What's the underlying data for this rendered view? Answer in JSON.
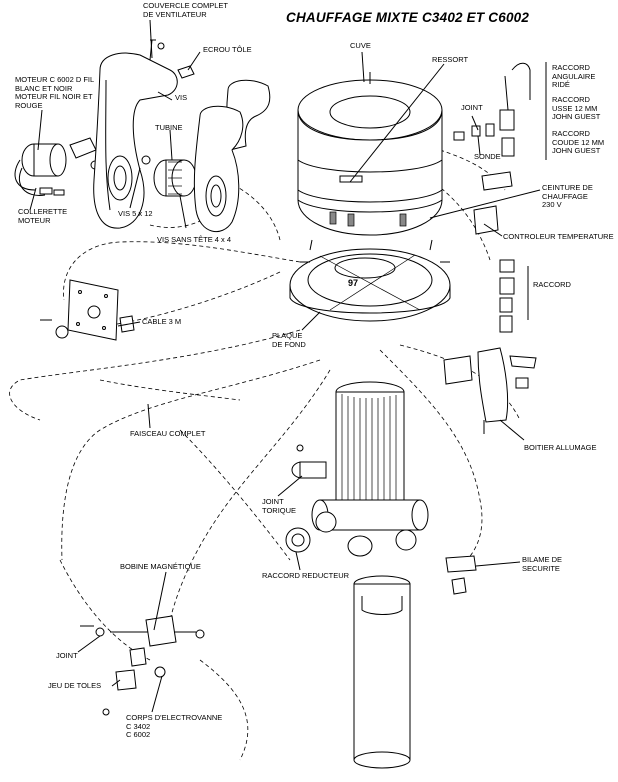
{
  "title": "CHAUFFAGE MIXTE C3402 ET C6002",
  "labels": {
    "couvercle": [
      "COUVERCLE COMPLET",
      "DE VENTILATEUR"
    ],
    "ecrou_tole": "ECROU TÔLE",
    "vis": "VIS",
    "tubine": "TUBINE",
    "moteur": [
      "MOTEUR C 6002 D FIL",
      "BLANC ET NOIR",
      "MOTEUR FIL NOIR ET",
      "ROUGE"
    ],
    "collerette": [
      "COLLERETTE",
      "MOTEUR"
    ],
    "vis_5x12": "VIS 5 x 12",
    "vis_sans_tete": "VIS SANS TÊTE 4 x 4",
    "cuve": "CUVE",
    "ressort": "RESSORT",
    "joint_top": "JOINT",
    "sonde": "SONDE",
    "raccord_angulaire": [
      "RACCORD",
      "ANGULAIRE",
      "RIDÉ"
    ],
    "raccord_usse": [
      "RACCORD",
      "USSE 12 MM",
      "JOHN GUEST"
    ],
    "raccord_coude": [
      "RACCORD",
      "COUDE 12 MM",
      "JOHN GUEST"
    ],
    "ceinture": [
      "CEINTURE DE",
      "CHAUFFAGE",
      "230 V"
    ],
    "controleur": "CONTROLEUR TEMPERATURE",
    "raccord": "RACCORD",
    "cable": "CABLE 3 M",
    "plaque": [
      "PLAQUE",
      "DE FOND"
    ],
    "part_number": "97",
    "faisceau": "FAISCEAU COMPLET",
    "boitier": "BOITIER ALLUMAGE",
    "joint_torique": [
      "JOINT",
      "TORIQUE"
    ],
    "raccord_reducteur": "RACCORD REDUCTEUR",
    "bilame": [
      "BILAME DE",
      "SECURITE"
    ],
    "bobine": "BOBINE MAGNÉTIQUE",
    "joint_bottom": "JOINT",
    "jeu_toles": "JEU DE TOLES",
    "corps": [
      "CORPS D'ELECTROVANNE",
      "C 3402",
      "C 6002"
    ]
  }
}
